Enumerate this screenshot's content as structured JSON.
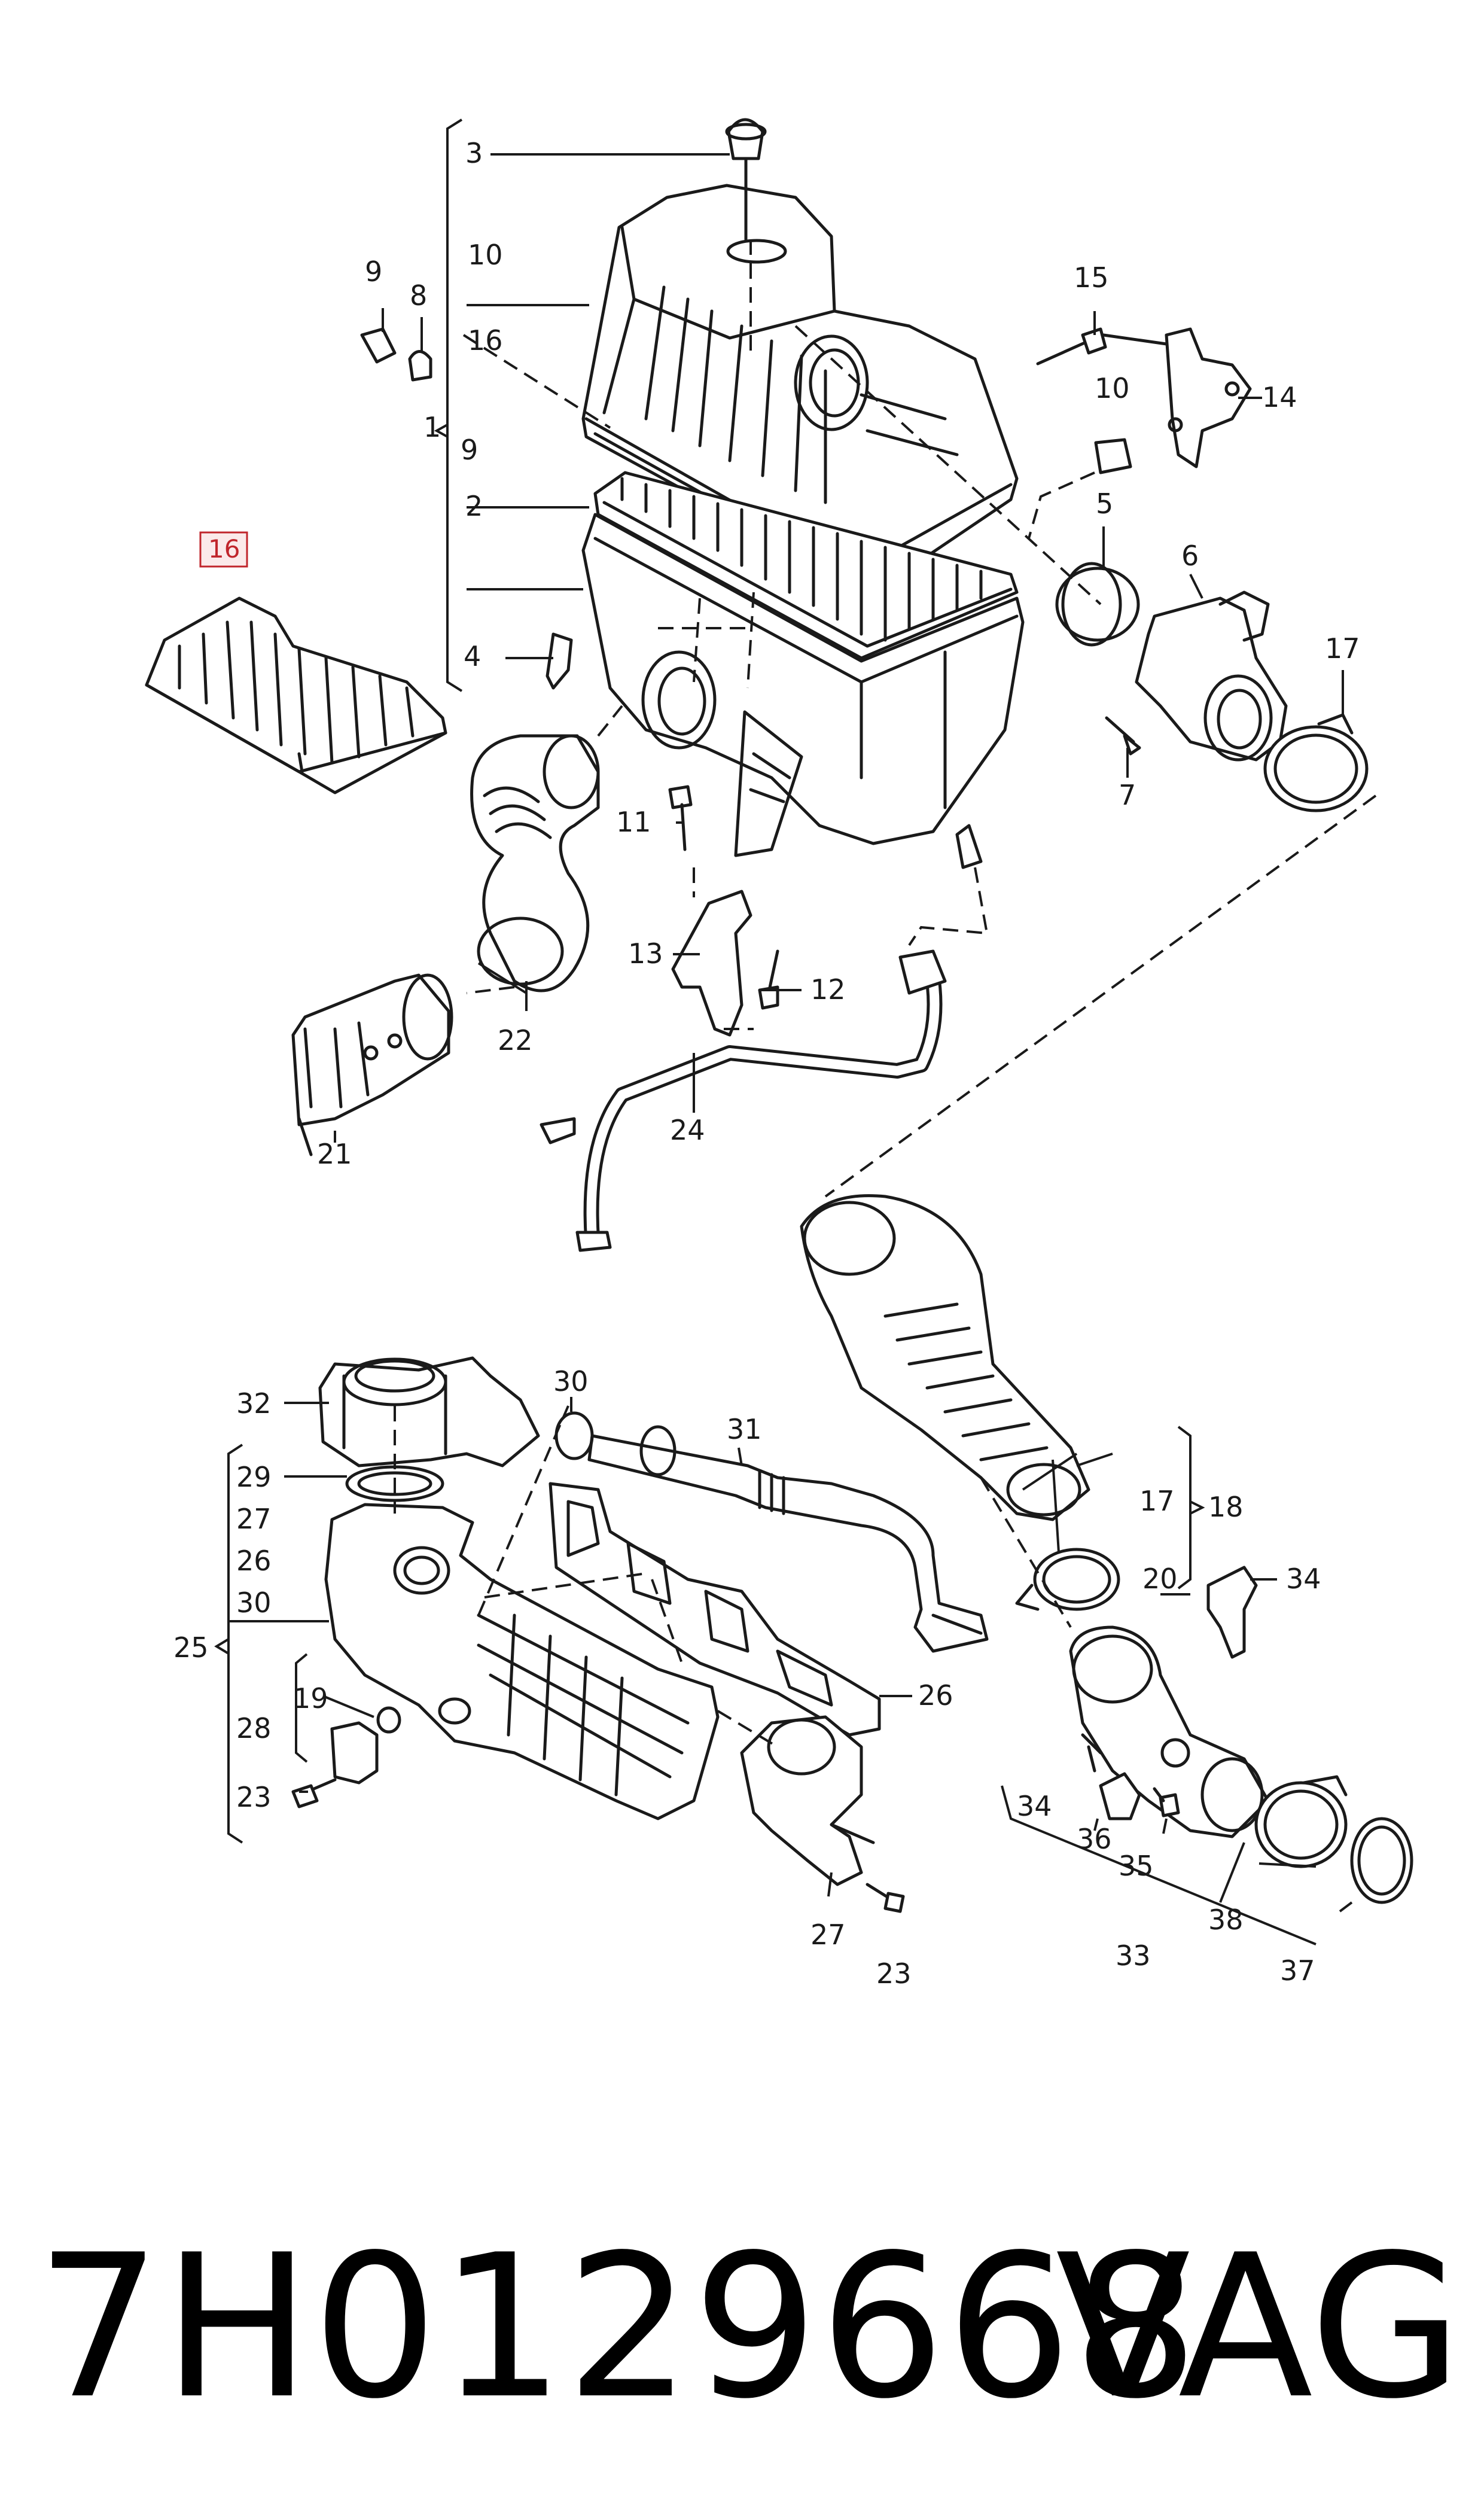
{
  "labels": {
    "l1": "1",
    "l2": "2",
    "l3": "3",
    "l4": "4",
    "l5": "5",
    "l6": "6",
    "l7": "7",
    "l8": "8",
    "l9a": "9",
    "l9b": "9",
    "l10a": "10",
    "l10b": "10",
    "l11": "11",
    "l12": "12",
    "l13": "13",
    "l14": "14",
    "l15": "15",
    "l16a": "16",
    "l16b": "16",
    "l17a": "17",
    "l17b": "17",
    "l18": "18",
    "l19": "19",
    "l20": "20",
    "l21": "21",
    "l22": "22",
    "l23a": "23",
    "l23b": "23",
    "l24": "24",
    "l25": "25",
    "l26a": "26",
    "l26b": "26",
    "l27a": "27",
    "l27b": "27",
    "l28": "28",
    "l29": "29",
    "l30a": "30",
    "l30b": "30",
    "l31": "31",
    "l32": "32",
    "l33": "33",
    "l34a": "34",
    "l34b": "34",
    "l35": "35",
    "l36": "36",
    "l37": "37",
    "l38": "38"
  },
  "highlight_color": "#c0262c",
  "footer": {
    "part_number": "7H0129668",
    "brand": "VAG"
  }
}
